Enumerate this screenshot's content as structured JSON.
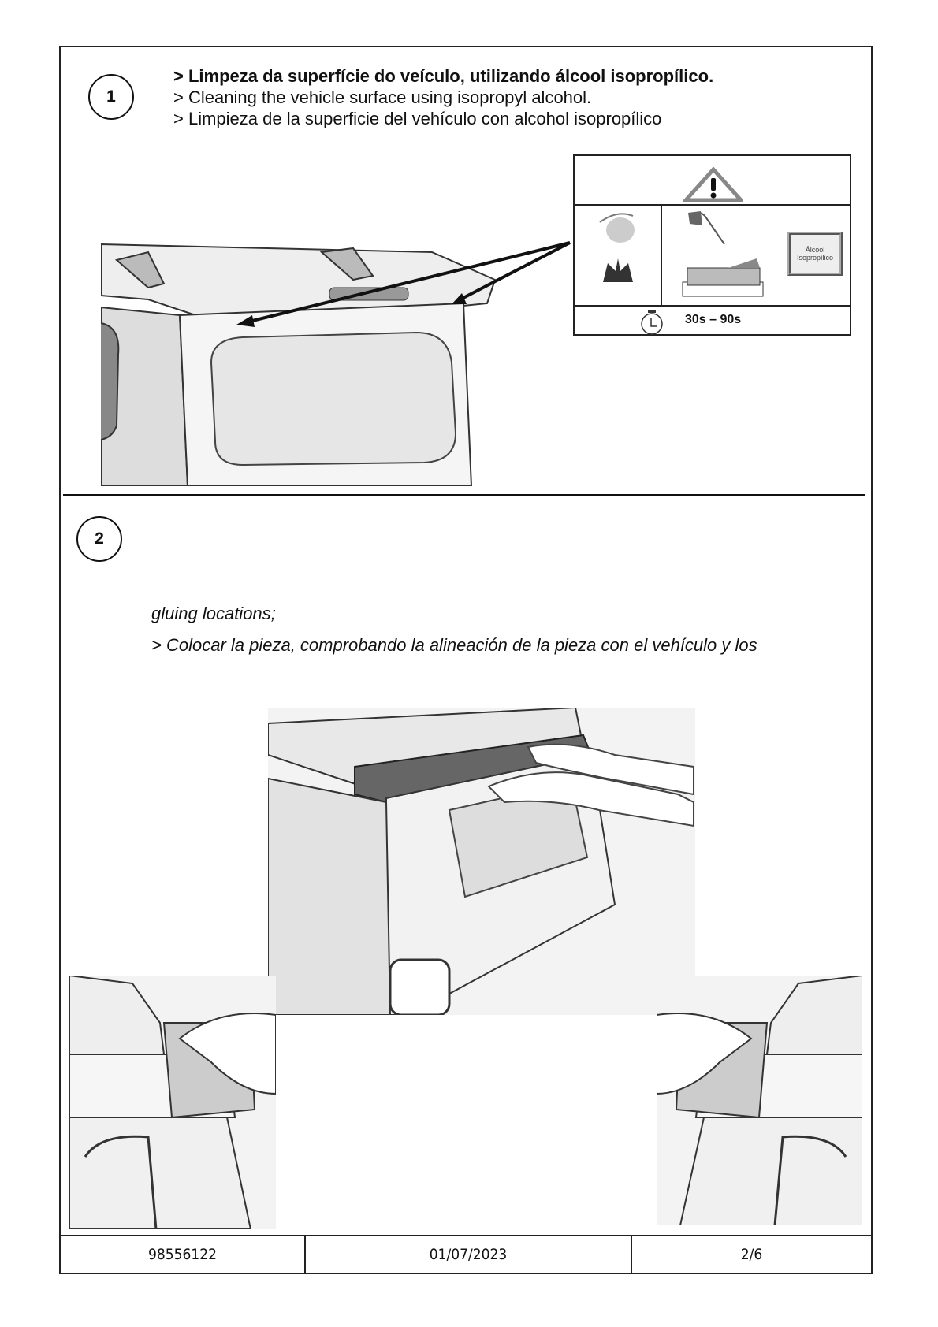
{
  "step1": {
    "number": "1",
    "lines": [
      "> Limpeza da superfície do veículo, utilizando álcool isopropílico.",
      "> Cleaning the vehicle surface using isopropyl alcohol.",
      "> Limpieza de la superficie del vehículo con alcohol isopropílico"
    ],
    "warning_table": {
      "icons": [
        "warning-icon",
        "mask-icon",
        "gloves-icon",
        "wiping-hand-icon",
        "cloth-stack-icon",
        "stopwatch-icon"
      ],
      "alcohol_label_1": "Álcool",
      "alcohol_label_2": "Isopropílico",
      "time": "30s – 90s"
    }
  },
  "step2": {
    "number": "2",
    "lines": [
      "gluing locations;",
      "> Colocar la pieza, comprobando la alineación de la pieza con el vehículo y los"
    ]
  },
  "footer": {
    "part_number": "98556122",
    "date": "01/07/2023",
    "page": "2/6"
  }
}
